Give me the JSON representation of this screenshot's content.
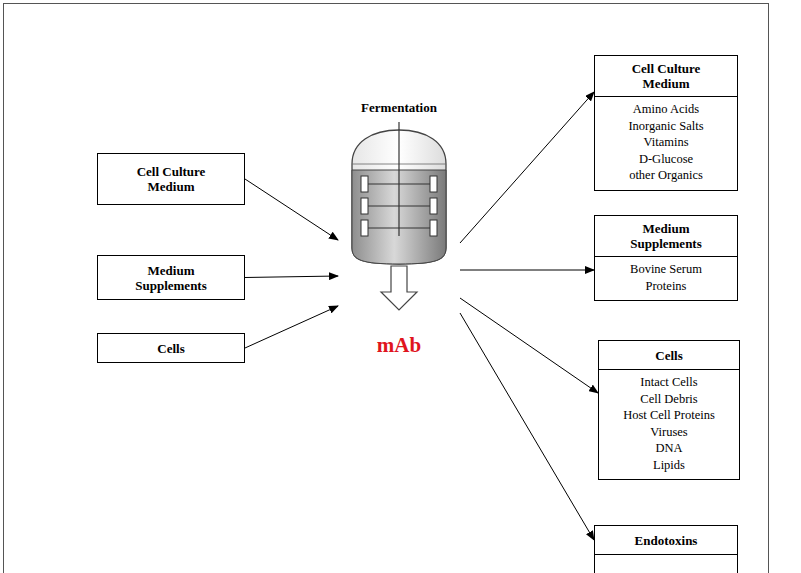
{
  "diagram": {
    "nodes": [
      {
        "text": [
          "Cell Culture Medium"
        ]
      },
      {
        "text": [
          "Medium Supplements"
        ]
      },
      {
        "text": [
          "Cells"
        ]
      },
      {
        "text": [
          "Fermentation"
        ]
      },
      {
        "text": [
          "Cell Culture Medium",
          "Amino Acids",
          "Inorganic Salts",
          "Vitamins",
          "D-Glucose",
          "other Organics"
        ]
      },
      {
        "text": [
          "Medium Supplements",
          "Bovine Serum",
          "Proteins"
        ]
      },
      {
        "text": [
          "Cells",
          "Intact Cells",
          "Cell Debris",
          "Host Cell Proteins",
          "Viruses",
          "DNA",
          "Lipids"
        ]
      },
      {
        "text": [
          "Endotoxins"
        ]
      }
    ],
    "edges": [
      {
        "from": 0,
        "to": 3,
        "arrow": "to"
      },
      {
        "from": 1,
        "to": 3,
        "arrow": "to"
      },
      {
        "from": 2,
        "to": 3,
        "arrow": "to"
      },
      {
        "from": 3,
        "to": 4,
        "arrow": "to"
      },
      {
        "from": 3,
        "to": 5,
        "arrow": "to"
      },
      {
        "from": 3,
        "to": 6,
        "arrow": "to"
      },
      {
        "from": 3,
        "to": 7,
        "arrow": "to"
      }
    ],
    "labels": [
      "mAb"
    ]
  }
}
